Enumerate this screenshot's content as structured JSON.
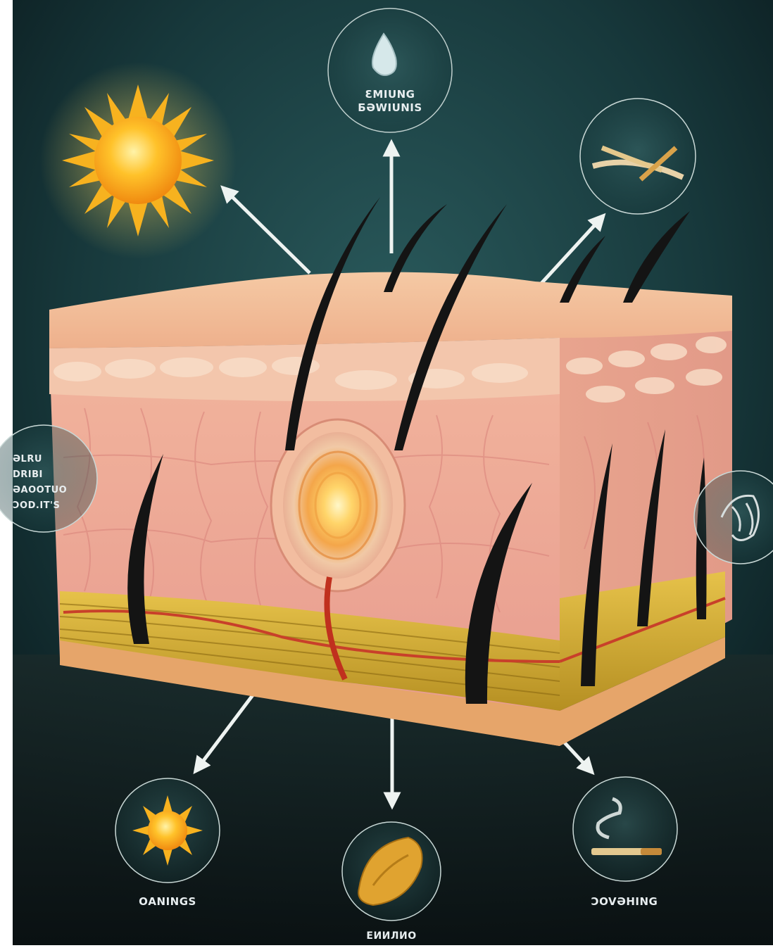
{
  "labels": {
    "top_circle_line1": "ƐMIUNG",
    "top_circle_line2": "ƂƏWIUNIS",
    "left_circle_line1": "ƏLRU",
    "left_circle_line2": "DRIBI",
    "left_circle_line3": "ƏAOOTUO",
    "left_circle_line4": "ƆOD.IT'S",
    "bottom_left": "ОANINGS",
    "bottom_center": "ЕИИЛИО",
    "bottom_right": "ƆOVƏHING"
  },
  "icons": {
    "top_circle": "water-drop-icon",
    "top_right_circle": "cigarette-icon",
    "right_circle": "hair-brush-icon",
    "bottom_left_circle": "sun-icon",
    "bottom_center_circle": "food-icon",
    "bottom_right_circle": "smoking-cigarette-icon",
    "large_sun": "sun-icon"
  },
  "colors": {
    "background_dark": "#0d2428",
    "background_teal": "#1f4a4d",
    "skin_top": "#f1b896",
    "skin_dermis": "#eda796",
    "fat_layer": "#d8b53a",
    "hair": "#141414",
    "sun_core": "#f7b21f",
    "arrow": "#eef3f1"
  }
}
